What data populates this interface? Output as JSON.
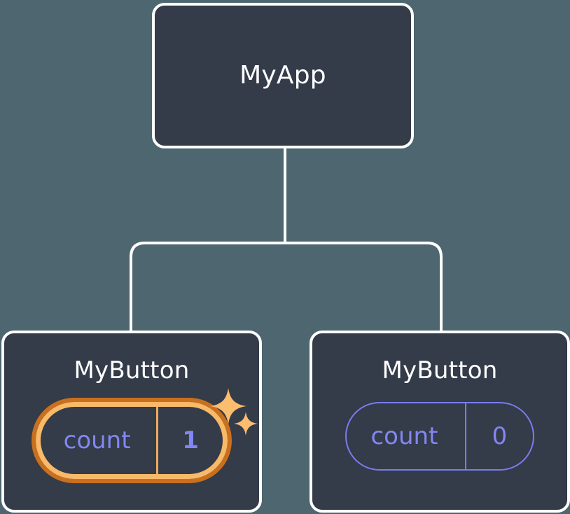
{
  "diagram": {
    "type": "component-tree",
    "title": "MyApp component tree with per-instance state",
    "background_color": "#4d6670",
    "node_fill_color": "#343b49",
    "node_border_color": "#ffffff",
    "connector_color": "#ffffff",
    "accent_highlight_color": "#f8b969",
    "accent_highlight_ring_color": "#c9701f",
    "state_text_color": "#8287f2"
  },
  "root": {
    "label": "MyApp"
  },
  "children": [
    {
      "label": "MyButton",
      "highlighted": true,
      "state": {
        "key": "count",
        "value": "1"
      },
      "sparkles": [
        "sparkle-icon",
        "sparkle-icon"
      ]
    },
    {
      "label": "MyButton",
      "highlighted": false,
      "state": {
        "key": "count",
        "value": "0"
      },
      "sparkles": []
    }
  ]
}
